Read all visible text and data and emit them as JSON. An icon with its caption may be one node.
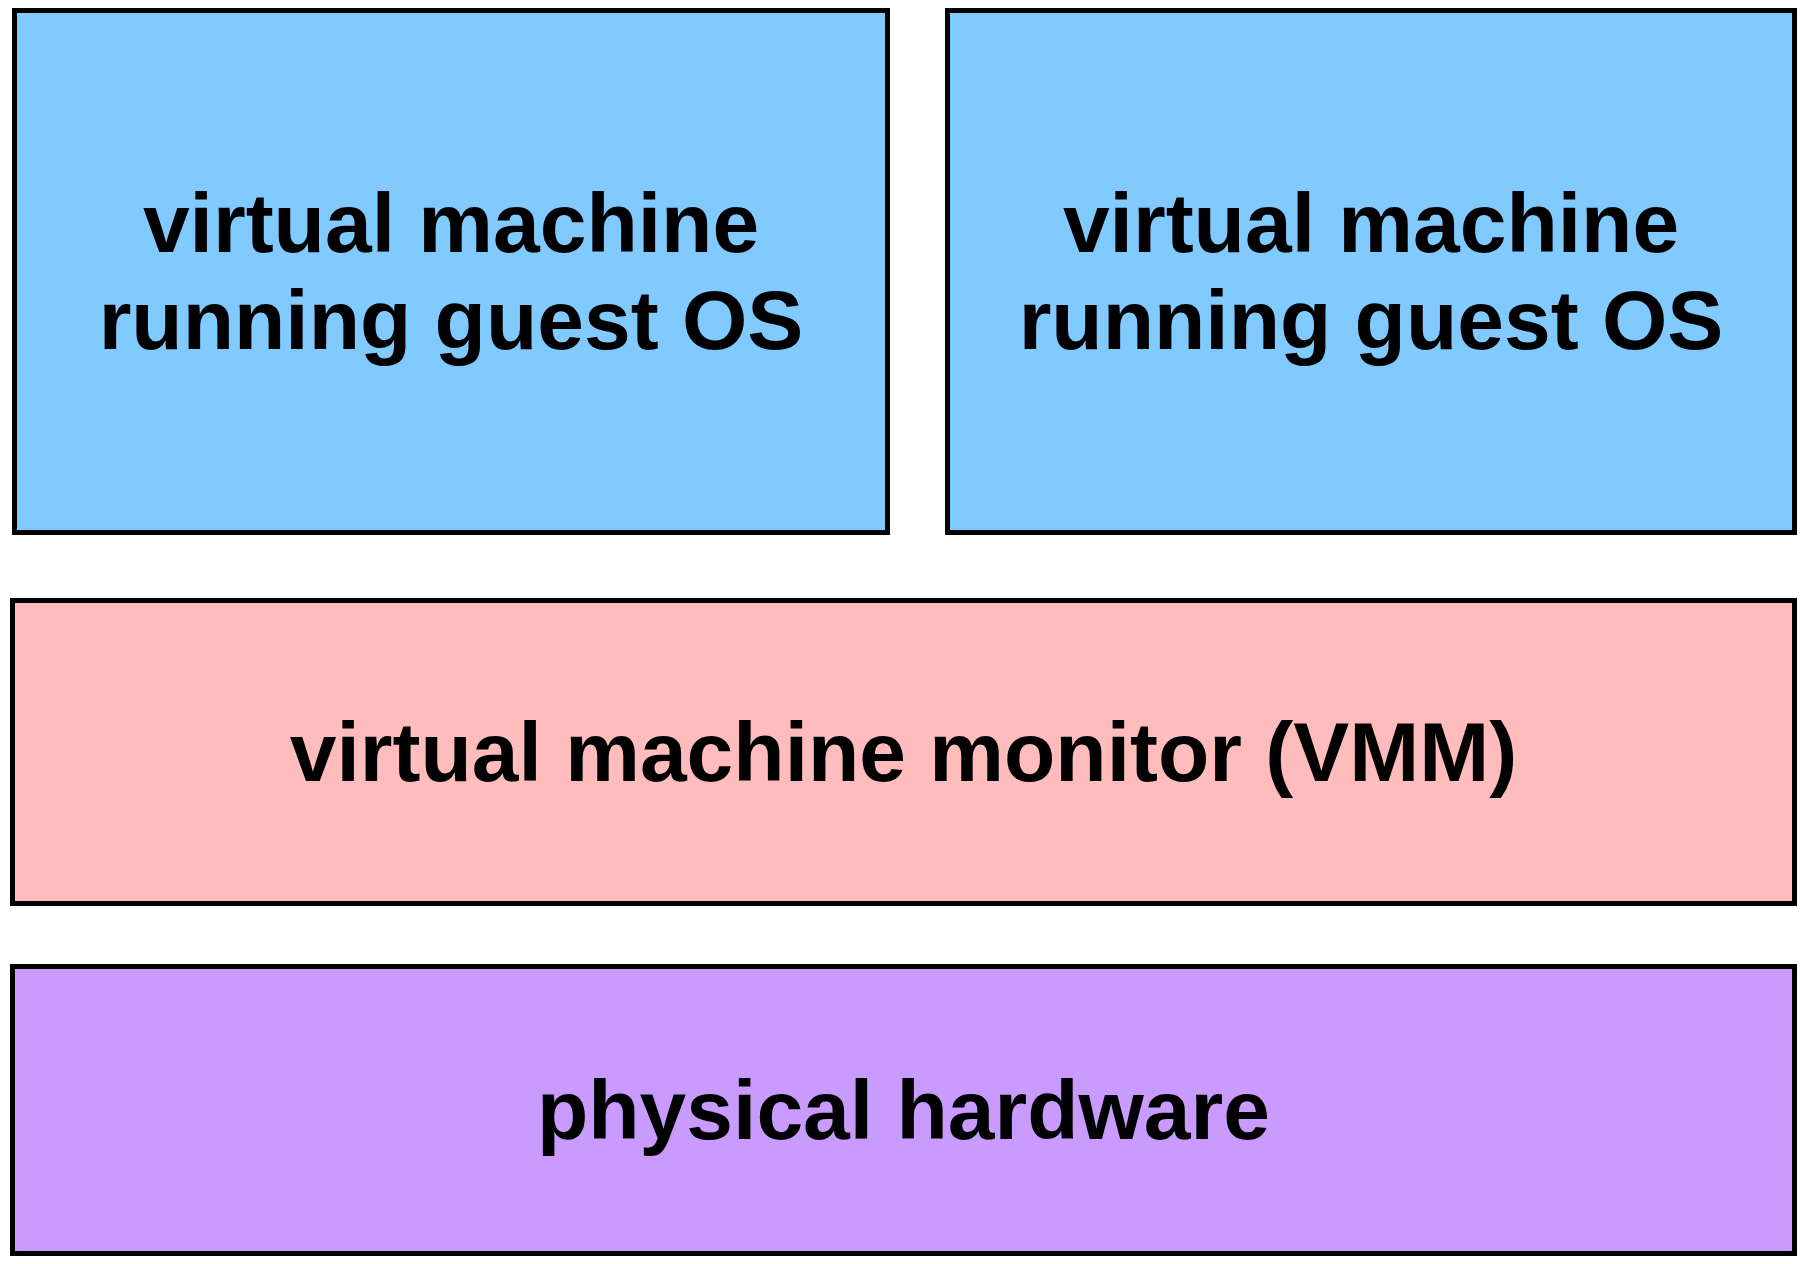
{
  "diagram": {
    "nodes": [
      {
        "text": [
          "virtual machine running guest OS"
        ]
      },
      {
        "text": [
          "virtual machine running guest OS"
        ]
      },
      {
        "text": [
          "virtual machine monitor (VMM)"
        ]
      },
      {
        "text": [
          "physical hardware"
        ]
      }
    ]
  }
}
